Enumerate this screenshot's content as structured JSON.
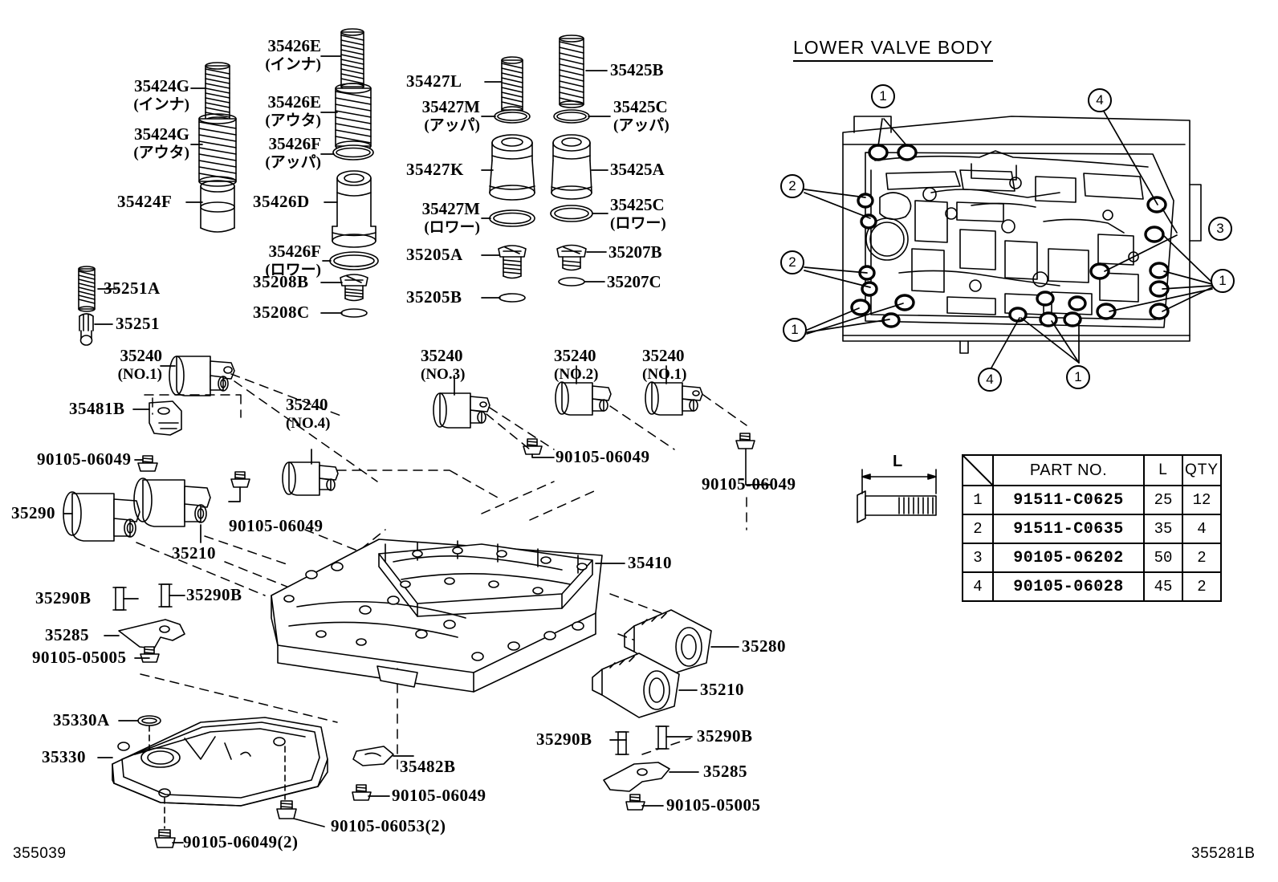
{
  "diagram": {
    "section_title": "LOWER VALVE BODY",
    "corner_id_left": "355039",
    "corner_id_right": "355281B",
    "bolt_dim_label": "L"
  },
  "labels": {
    "col1": [
      {
        "id": "p35424G_inna",
        "main": "35424G",
        "sub": "(インナ)"
      },
      {
        "id": "p35424G_outa",
        "main": "35424G",
        "sub": "(アウタ)"
      },
      {
        "id": "p35424F",
        "main": "35424F",
        "sub": ""
      },
      {
        "id": "p35251A",
        "main": "35251A",
        "sub": ""
      },
      {
        "id": "p35251",
        "main": "35251",
        "sub": ""
      }
    ],
    "col2": [
      {
        "id": "p35426E_inna",
        "main": "35426E",
        "sub": "(インナ)"
      },
      {
        "id": "p35426E_outa",
        "main": "35426E",
        "sub": "(アウタ)"
      },
      {
        "id": "p35426F_uppa",
        "main": "35426F",
        "sub": "(アッパ)"
      },
      {
        "id": "p35426D",
        "main": "35426D",
        "sub": ""
      },
      {
        "id": "p35426F_lower",
        "main": "35426F",
        "sub": "(ロワー)"
      },
      {
        "id": "p35208B",
        "main": "35208B",
        "sub": ""
      },
      {
        "id": "p35208C",
        "main": "35208C",
        "sub": ""
      }
    ],
    "col3": [
      {
        "id": "p35427L",
        "main": "35427L",
        "sub": ""
      },
      {
        "id": "p35427M_uppa",
        "main": "35427M",
        "sub": "(アッパ)"
      },
      {
        "id": "p35427K",
        "main": "35427K",
        "sub": ""
      },
      {
        "id": "p35427M_lower",
        "main": "35427M",
        "sub": "(ロワー)"
      },
      {
        "id": "p35205A",
        "main": "35205A",
        "sub": ""
      },
      {
        "id": "p35205B",
        "main": "35205B",
        "sub": ""
      }
    ],
    "col4": [
      {
        "id": "p35425B",
        "main": "35425B",
        "sub": ""
      },
      {
        "id": "p35425C_uppa",
        "main": "35425C",
        "sub": "(アッパ)"
      },
      {
        "id": "p35425A",
        "main": "35425A",
        "sub": ""
      },
      {
        "id": "p35425C_lower",
        "main": "35425C",
        "sub": "(ロワー)"
      },
      {
        "id": "p35207B",
        "main": "35207B",
        "sub": ""
      },
      {
        "id": "p35207C",
        "main": "35207C",
        "sub": ""
      }
    ],
    "solenoids": [
      {
        "id": "p35240_1a",
        "main": "35240",
        "sub": "(NO.1)"
      },
      {
        "id": "p35240_4",
        "main": "35240",
        "sub": "(NO.4)"
      },
      {
        "id": "p35240_3",
        "main": "35240",
        "sub": "(NO.3)"
      },
      {
        "id": "p35240_2",
        "main": "35240",
        "sub": "(NO.2)"
      },
      {
        "id": "p35240_1b",
        "main": "35240",
        "sub": "(NO.1)"
      }
    ],
    "misc": [
      {
        "id": "p35481B",
        "text": "35481B"
      },
      {
        "id": "p90105_06049_a",
        "text": "90105-06049"
      },
      {
        "id": "p90105_06049_b",
        "text": "90105-06049"
      },
      {
        "id": "p90105_06049_c",
        "text": "90105-06049"
      },
      {
        "id": "p90105_06049_d",
        "text": "90105-06049"
      },
      {
        "id": "p35290",
        "text": "35290"
      },
      {
        "id": "p35210_left",
        "text": "35210"
      },
      {
        "id": "p35290B_a",
        "text": "35290B"
      },
      {
        "id": "p35290B_b",
        "text": "35290B"
      },
      {
        "id": "p35285_left",
        "text": "35285"
      },
      {
        "id": "p90105_05005_a",
        "text": "90105-05005"
      },
      {
        "id": "p35410",
        "text": "35410"
      },
      {
        "id": "p35280",
        "text": "35280"
      },
      {
        "id": "p35210_right",
        "text": "35210"
      },
      {
        "id": "p35330A",
        "text": "35330A"
      },
      {
        "id": "p35330",
        "text": "35330"
      },
      {
        "id": "p35482B",
        "text": "35482B"
      },
      {
        "id": "p90105_06049_e",
        "text": "90105-06049"
      },
      {
        "id": "p90105_06053",
        "text": "90105-06053(2)"
      },
      {
        "id": "p90105_06049_f",
        "text": "90105-06049(2)"
      },
      {
        "id": "p35290B_c",
        "text": "35290B"
      },
      {
        "id": "p35290B_d",
        "text": "35290B"
      },
      {
        "id": "p35285_right",
        "text": "35285"
      },
      {
        "id": "p90105_05005_b",
        "text": "90105-05005"
      }
    ]
  },
  "callouts": [
    {
      "id": "c1_top",
      "n": "1"
    },
    {
      "id": "c4_top",
      "n": "4"
    },
    {
      "id": "c2_up",
      "n": "2"
    },
    {
      "id": "c2_lo",
      "n": "2"
    },
    {
      "id": "c3_right",
      "n": "3"
    },
    {
      "id": "c1_right",
      "n": "1"
    },
    {
      "id": "c1_left",
      "n": "1"
    },
    {
      "id": "c1_bottom",
      "n": "1"
    },
    {
      "id": "c4_bottom",
      "n": "4"
    }
  ],
  "parts_table": {
    "headers": [
      "",
      "PART NO.",
      "L",
      "QTY"
    ],
    "rows": [
      {
        "idx": "1",
        "part_no": "91511-C0625",
        "l": "25",
        "qty": "12"
      },
      {
        "idx": "2",
        "part_no": "91511-C0635",
        "l": "35",
        "qty": "4"
      },
      {
        "idx": "3",
        "part_no": "90105-06202",
        "l": "50",
        "qty": "2"
      },
      {
        "idx": "4",
        "part_no": "90105-06028",
        "l": "45",
        "qty": "2"
      }
    ]
  }
}
